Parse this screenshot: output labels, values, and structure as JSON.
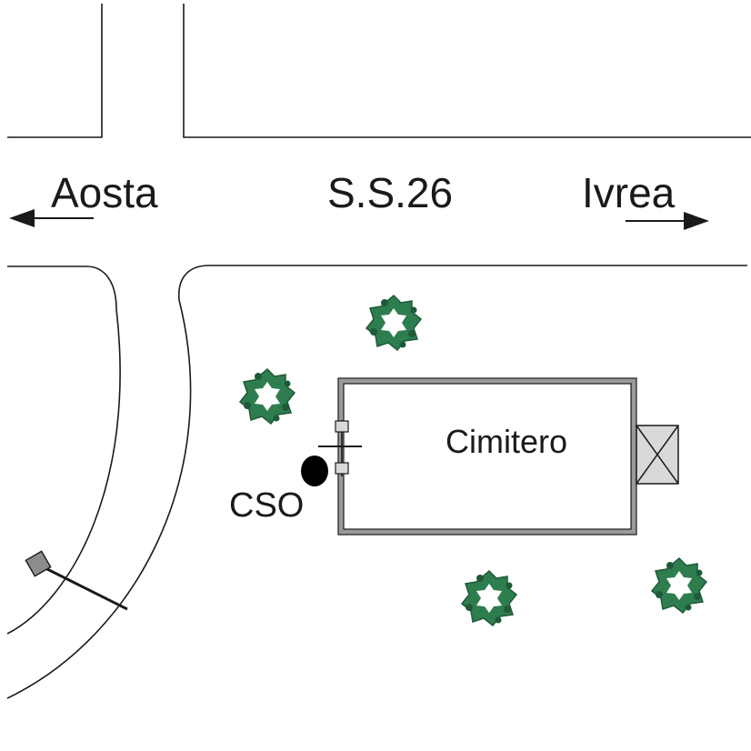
{
  "labels": {
    "west_destination": "Aosta",
    "road_name": "S.S.26",
    "east_destination": "Ivrea",
    "building": "Cimitero",
    "outfall": "CSO"
  },
  "colors": {
    "line": "#1a1a1a",
    "tree_leaf": "#2e7d4f",
    "tree_leaf_dark": "#1f5a38",
    "building_wall": "#9a9a9a",
    "small_box": "#d9d9d9",
    "signpost": "#8c8c8c",
    "background": "#ffffff"
  },
  "icons": {
    "west_arrow": "arrow-left-icon",
    "east_arrow": "arrow-right-icon",
    "tree": "tree-icon",
    "outfall": "filled-circle-icon",
    "annex": "crossed-box-icon",
    "signpost": "signpost-icon"
  }
}
